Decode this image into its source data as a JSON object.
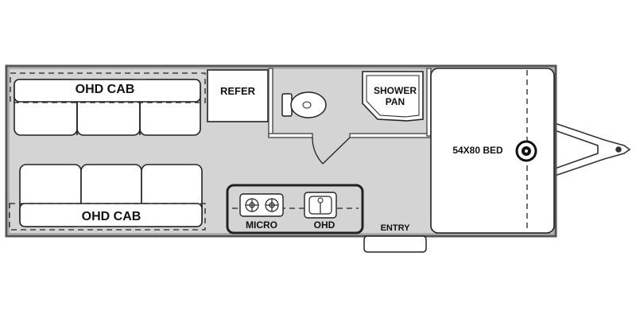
{
  "labels": {
    "ohd_cab_top": "OHD CAB",
    "ohd_cab_bottom": "OHD CAB",
    "refer": "REFER",
    "shower_line1": "SHOWER",
    "shower_line2": "PAN",
    "bed": "54X80 BED",
    "micro": "MICRO",
    "ohd": "OHD",
    "entry": "ENTRY"
  },
  "colors": {
    "floor": "#d4d4d4",
    "wall": "#555555",
    "line": "#222222",
    "fixture": "#ffffff"
  }
}
